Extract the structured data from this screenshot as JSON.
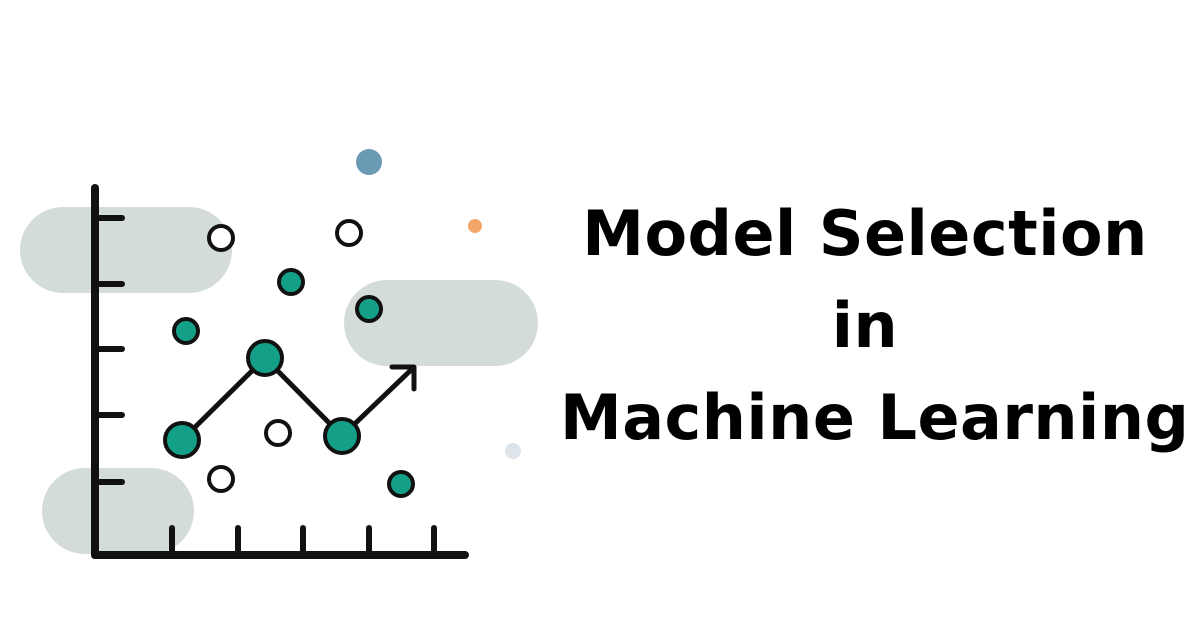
{
  "title": {
    "lines": [
      "Model Selection",
      "in",
      "Machine Learning"
    ]
  },
  "illustration": {
    "subject": "chart-with-trend-arrow-icon",
    "colors": {
      "axis": "#111111",
      "teal": "#14a088",
      "highlight": "#d4dcda",
      "blue_dot": "#6a9ab4",
      "orange_dot": "#f2a66a",
      "light_dot": "#dde4ea"
    }
  }
}
